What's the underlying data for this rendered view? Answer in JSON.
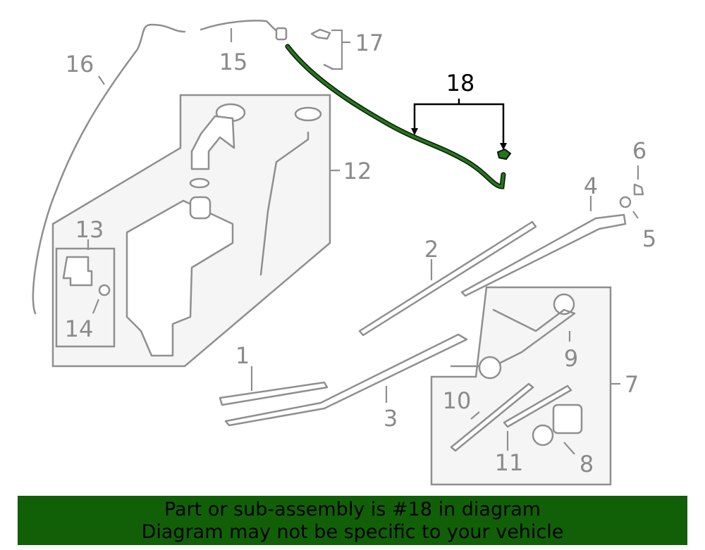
{
  "diagram": {
    "highlight_color": "#1e7a14",
    "callouts": [
      "1",
      "2",
      "3",
      "4",
      "5",
      "6",
      "7",
      "8",
      "9",
      "10",
      "11",
      "12",
      "13",
      "14",
      "15",
      "16",
      "17",
      "18"
    ]
  },
  "banner": {
    "line1": "Part or sub-assembly is #18 in diagram",
    "line2": "Diagram may not be specific to your vehicle",
    "color": "#116008"
  }
}
